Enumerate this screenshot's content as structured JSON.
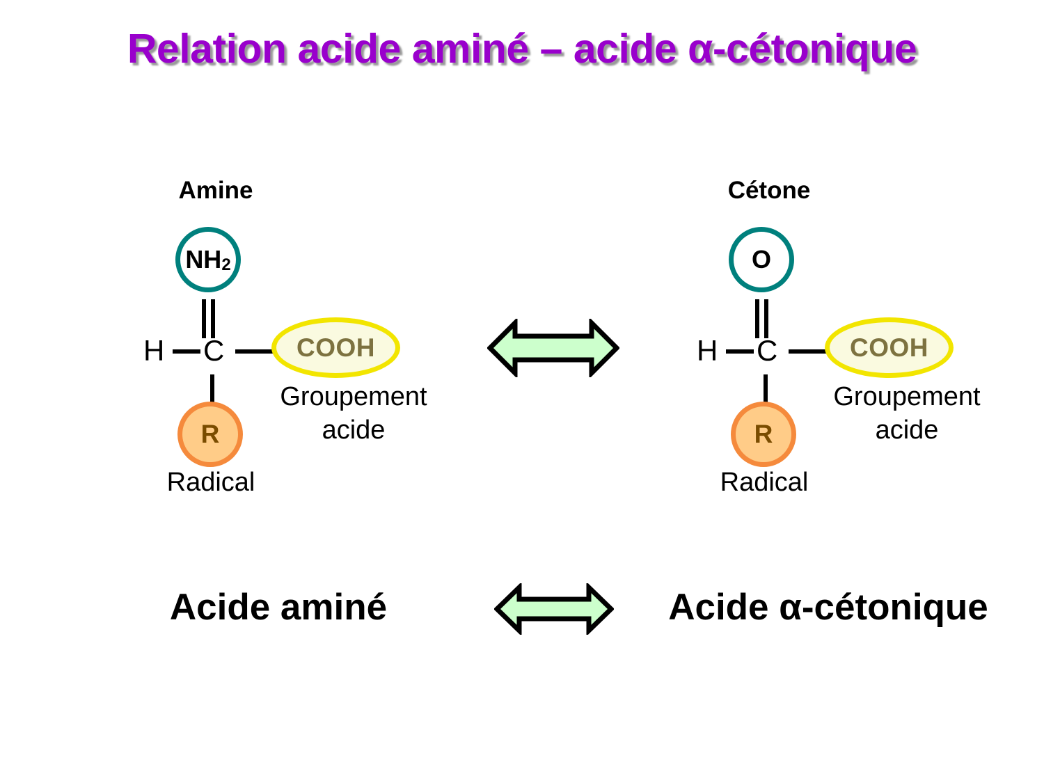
{
  "title": "Relation acide aminé – acide α-cétonique",
  "colors": {
    "title": "#9900CC",
    "heteroatom_circle_border": "#00807D",
    "acid_ellipse_border": "#F2E500",
    "acid_ellipse_fill": "#FAFAE0",
    "acid_text": "#7D7240",
    "radical_circle_border": "#F58A3C",
    "radical_circle_fill": "#FFCC88",
    "radical_text": "#7A4C00",
    "arrow_fill": "#CCFFCC",
    "arrow_stroke": "#000000",
    "background": "#FFFFFF"
  },
  "molecules": {
    "left": {
      "group_label_top": "Amine",
      "heteroatom": "NH",
      "heteroatom_subscript": "2",
      "hydrogen": "H",
      "carbon": "C",
      "acid_group": "COOH",
      "acid_caption_line1": "Groupement",
      "acid_caption_line2": "acide",
      "radical": "R",
      "radical_caption": "Radical"
    },
    "right": {
      "group_label_top": "Cétone",
      "heteroatom": "O",
      "heteroatom_subscript": "",
      "hydrogen": "H",
      "carbon": "C",
      "acid_group": "COOH",
      "acid_caption_line1": "Groupement",
      "acid_caption_line2": "acide",
      "radical": "R",
      "radical_caption": "Radical"
    }
  },
  "bottom": {
    "left_label": "Acide aminé",
    "right_label": "Acide α-cétonique"
  },
  "arrows": {
    "middle": "double-headed-arrow",
    "bottom": "double-headed-arrow"
  }
}
